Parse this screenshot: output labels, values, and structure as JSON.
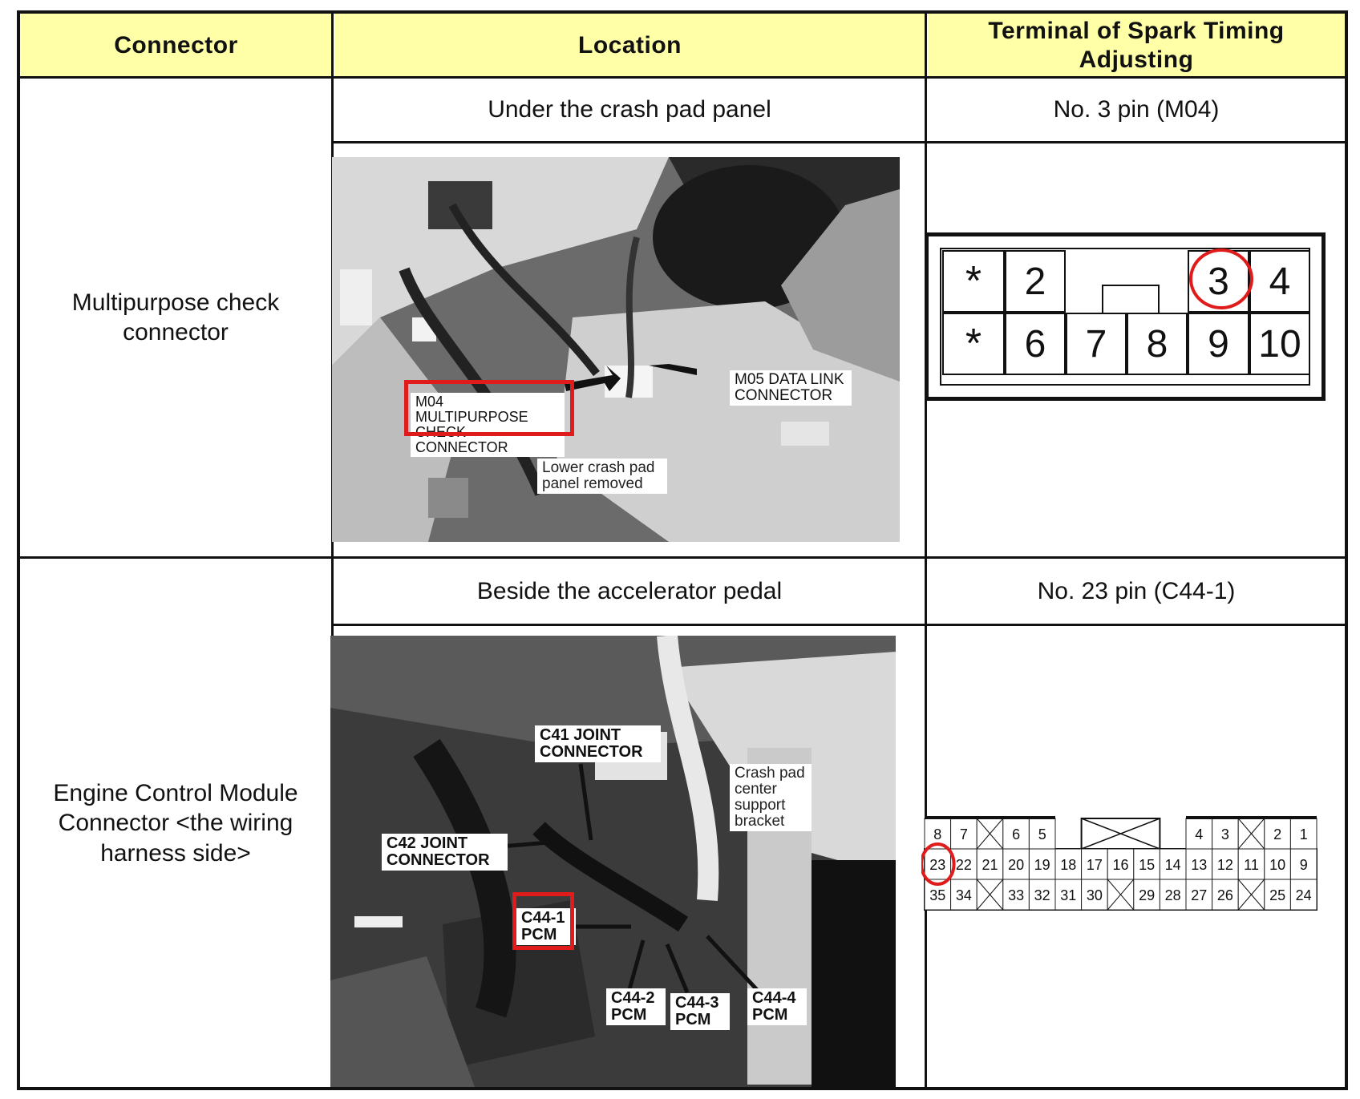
{
  "headers": {
    "connector": "Connector",
    "location": "Location",
    "terminal": "Terminal of Spark Timing Adjusting"
  },
  "rows": [
    {
      "connector": "Multipurpose check connector",
      "location": "Under the crash pad panel",
      "terminal": "No. 3 pin (M04)",
      "photo_labels": {
        "m04": "M04 MULTIPURPOSE CHECK CONNECTOR",
        "m05": "M05 DATA LINK CONNECTOR",
        "lower": "Lower crash pad panel removed"
      },
      "pins_top": [
        "*",
        "2",
        "3",
        "4"
      ],
      "pins_bottom": [
        "*",
        "6",
        "7",
        "8",
        "9",
        "10"
      ],
      "highlight_pin": "3"
    },
    {
      "connector": "Engine Control Module Connector <the wiring harness side>",
      "location": "Beside the accelerator pedal",
      "terminal": "No. 23 pin (C44-1)",
      "photo_labels": {
        "c41": "C41 JOINT CONNECTOR",
        "c42": "C42 JOINT CONNECTOR",
        "c441": "C44-1 PCM",
        "c442": "C44-2 PCM",
        "c443": "C44-3 PCM",
        "c444": "C44-4 PCM",
        "crash": "Crash pad center support bracket"
      },
      "pins_row1": [
        "8",
        "7",
        "",
        "6",
        "5",
        "",
        "",
        "",
        "",
        "",
        "4",
        "3",
        "",
        "2",
        "1"
      ],
      "pins_row2": [
        "23",
        "22",
        "21",
        "20",
        "19",
        "18",
        "17",
        "16",
        "15",
        "14",
        "13",
        "12",
        "11",
        "10",
        "9"
      ],
      "pins_row3": [
        "35",
        "34",
        "",
        "33",
        "32",
        "31",
        "30",
        "",
        "29",
        "28",
        "27",
        "26",
        "",
        "25",
        "24"
      ],
      "highlight_pin": "23"
    }
  ],
  "colors": {
    "header_bg": "#ffffa8",
    "highlight": "#e01b1b"
  }
}
